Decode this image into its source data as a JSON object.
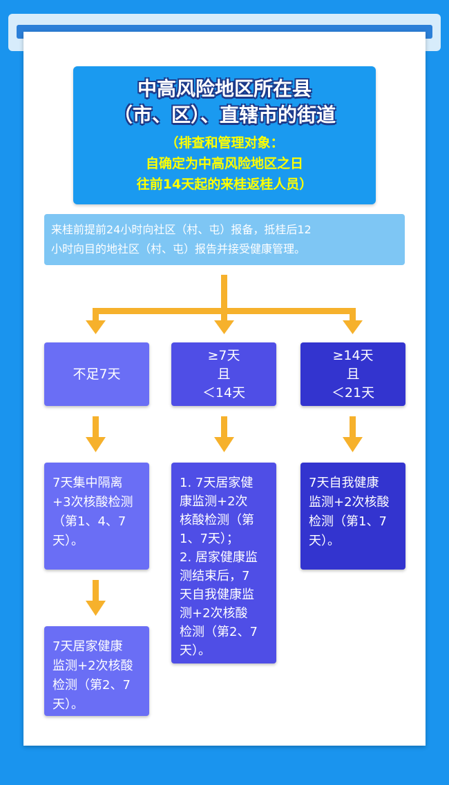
{
  "title": {
    "lines": [
      "中高风险地区所在县",
      "（市、区）、直辖市的街道"
    ],
    "subtitle_lines": [
      "（排查和管理对象：",
      "自确定为中高风险地区之日",
      "往前14天起的来桂返桂人员）"
    ]
  },
  "notice": {
    "lines": [
      "来桂前提前24小时向社区（村、屯）报备，抵桂后12",
      "小时向目的地社区（村、屯）报告并接受健康管理。"
    ]
  },
  "branches": [
    {
      "condition": [
        "不足7天"
      ],
      "steps": [
        [
          "7天集中隔离",
          "+3次核酸检测",
          "（第1、4、7",
          "天）。"
        ],
        [
          "7天居家健康",
          "监测+2次核酸",
          "检测（第2、7",
          "天）。"
        ]
      ]
    },
    {
      "condition": [
        "≥7天",
        "且",
        "＜14天"
      ],
      "steps": [
        [
          "1. 7天居家健",
          "康监测+2次",
          "核酸检测（第",
          "1、7天）；",
          "2. 居家健康监",
          "测结束后，7",
          "天自我健康监",
          "测+2次核酸",
          "检测（第2、7",
          "天）。"
        ]
      ]
    },
    {
      "condition": [
        "≥14天",
        "且",
        "＜21天"
      ],
      "steps": [
        [
          "7天自我健康",
          "监测+2次核酸",
          "检测（第1、7",
          "天）。"
        ]
      ]
    }
  ],
  "colors": {
    "background": "#1a94ee",
    "title_box": "#1a9af0",
    "subtitle_text": "#ffff00",
    "notice_box": "#7ec6f4",
    "arrow": "#f6b12c",
    "branch_1": "#6a6ef5",
    "branch_2": "#4f4ee6",
    "branch_3": "#3334cf"
  }
}
